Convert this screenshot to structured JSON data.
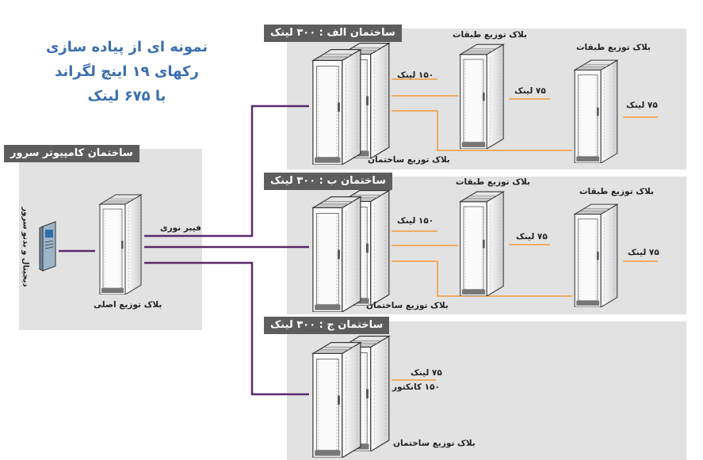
{
  "title": {
    "line1": "نمونه ای از پیاده سازی",
    "line2": "رکهای ۱۹ اینچ لگراند",
    "line3": "با ۶۷۵ لینک"
  },
  "server_building": {
    "tag": "ساختمان  کامپیوتر سرور",
    "rack_label": "بلاک توزیع اصلی",
    "fiber_label": "فیبر نوری",
    "device_label": "دیجیتال و بدنو سرور"
  },
  "building_a": {
    "tag": "ساختمان الف : ۳۰۰ لینک",
    "floor_left_label": "بلاک توزیع طبقات",
    "floor_right_label": "بلاک توزیع طبقات",
    "links_main": "۱۵۰ لینک",
    "links_floor_left": "۷۵ لینک",
    "links_floor_right": "۷۵ لینک",
    "main_rack_label": "بلاک توزیع ساختمان"
  },
  "building_b": {
    "tag": "ساختمان ب : ۳۰۰ لینک",
    "floor_left_label": "بلاک توزیع طبقات",
    "floor_right_label": "بلاک توزیع طبقات",
    "links_main": "۱۵۰ لینک",
    "links_floor_left": "۷۵ لینک",
    "links_floor_right": "۷۵ لینک",
    "main_rack_label": "بلاک توزیع ساختمان"
  },
  "building_c": {
    "tag": "ساختمان ج : ۳۰۰ لینک",
    "links_line1": "۷۵ لینک",
    "links_line2": "۱۵۰ کانکتور",
    "main_rack_label": "بلاک توزیع ساختمان"
  },
  "colors": {
    "panel": "#e2e2e2",
    "tag": "#5d5d5d",
    "title": "#3b6fae",
    "fiber": "#5b2a6e",
    "copper": "#f39a3c"
  }
}
